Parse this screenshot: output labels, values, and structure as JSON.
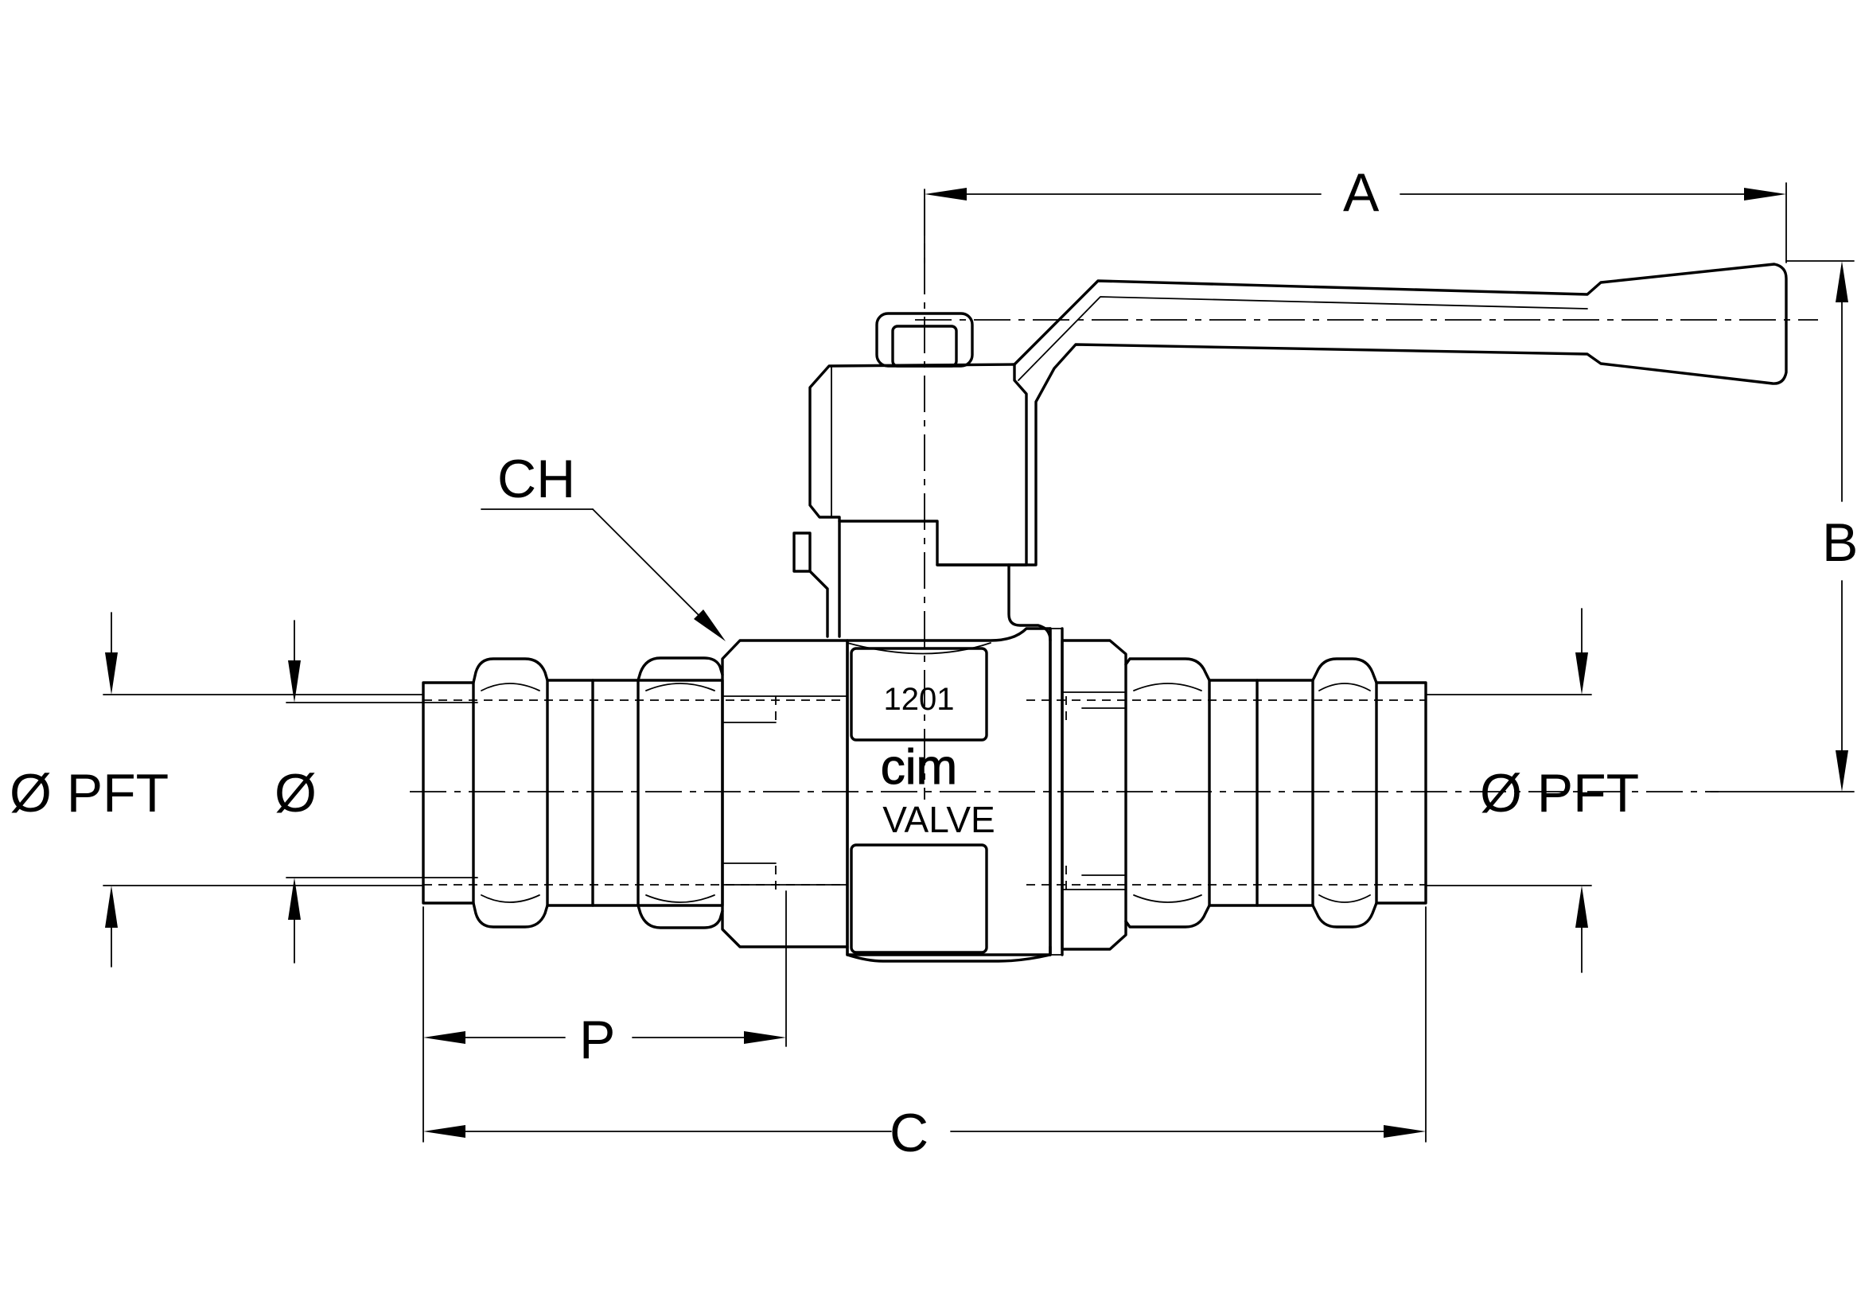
{
  "labels": {
    "dim_a": "A",
    "dim_b": "B",
    "dim_c": "C",
    "dim_p": "P",
    "hex_ch": "CH",
    "left_outer_dia": "Ø PFT",
    "left_inner_dia": "Ø",
    "right_outer_dia": "Ø PFT"
  },
  "body_markings": {
    "model_number": "1201",
    "brand": "cim",
    "brand_sub": "VALVE"
  }
}
